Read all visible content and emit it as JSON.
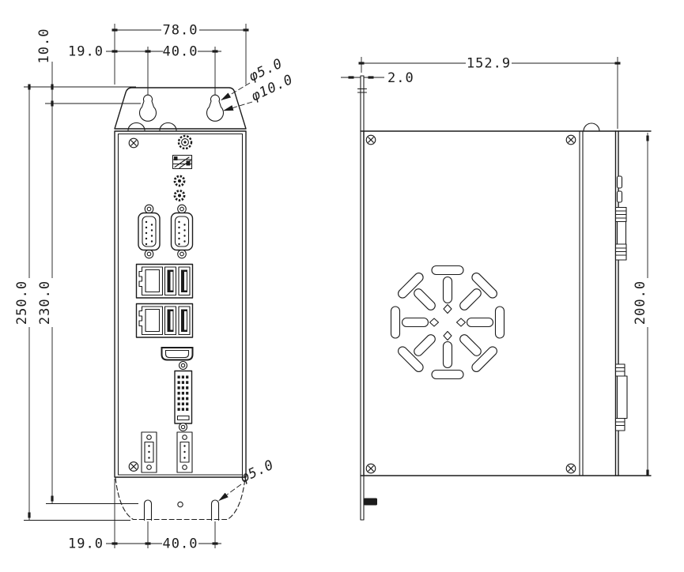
{
  "meta": {
    "background": "#ffffff",
    "ink": "#1c1c1c",
    "views": {
      "front": "front-view",
      "side": "side-view"
    }
  },
  "dims": {
    "front": {
      "width_top": "78.0",
      "offset_top": "19.0",
      "spacing_top": "40.0",
      "height_offset": "10.0",
      "height_total": "250.0",
      "height_inner": "230.0",
      "hole_small": "φ5.0",
      "hole_large": "φ10.0",
      "slot_bottom": "φ5.0",
      "offset_bottom": "19.0",
      "spacing_bottom": "40.0"
    },
    "side": {
      "depth": "152.9",
      "plate_thickness": "2.0",
      "height": "200.0"
    }
  }
}
